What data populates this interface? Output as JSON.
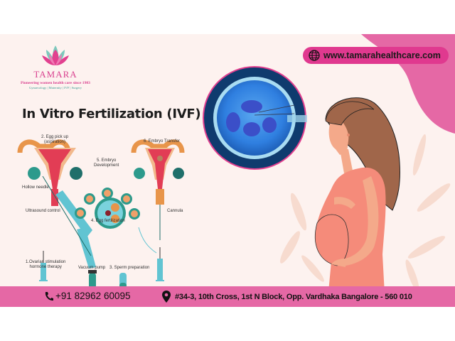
{
  "brand": {
    "name": "TAMARA",
    "tagline": "Pioneering women health care since 1983",
    "services": "Gynaecology | Maternity | IVF | Surgery"
  },
  "header": {
    "website": "www.tamarahealthcare.com",
    "website_icon": "globe-icon"
  },
  "main": {
    "title": "In Vitro Fertilization (IVF)",
    "diagram_labels": {
      "step1": "1.Ovarian stimulation hormone therapy",
      "step1_line1": "1.Ovarian stimulation",
      "step1_line2": "hormone therapy",
      "step2_line1": "2. Egg pick up",
      "step2_line2": "(aspiration)",
      "step3": "3. Sperm preparation",
      "step4": "4. Egg fertilization",
      "step5_line1": "5. Embryo",
      "step5_line2": "Development",
      "step6": "6. Embryo Transfer",
      "hollow_needle": "Hollow needle",
      "ultrasound": "Ultrasound control",
      "vacuum_pump": "Vacuum pump",
      "cannula": "Cannula"
    },
    "images": {
      "cell": "embryo-microscope-image",
      "woman": "pregnant-woman-illustration"
    }
  },
  "footer": {
    "phone": "+91 82962 60095",
    "phone_icon": "phone-icon",
    "address": "#34-3, 10th Cross, 1st N Block, Opp. Vardhaka  Bangalore - 560 010",
    "address_icon": "location-pin-icon"
  },
  "colors": {
    "background": "#fdf2ef",
    "brand_pink": "#e568a5",
    "pill_pink": "#e0398f",
    "teal": "#3a9a93",
    "dress": "#f58b7a",
    "hair": "#a0664a"
  }
}
